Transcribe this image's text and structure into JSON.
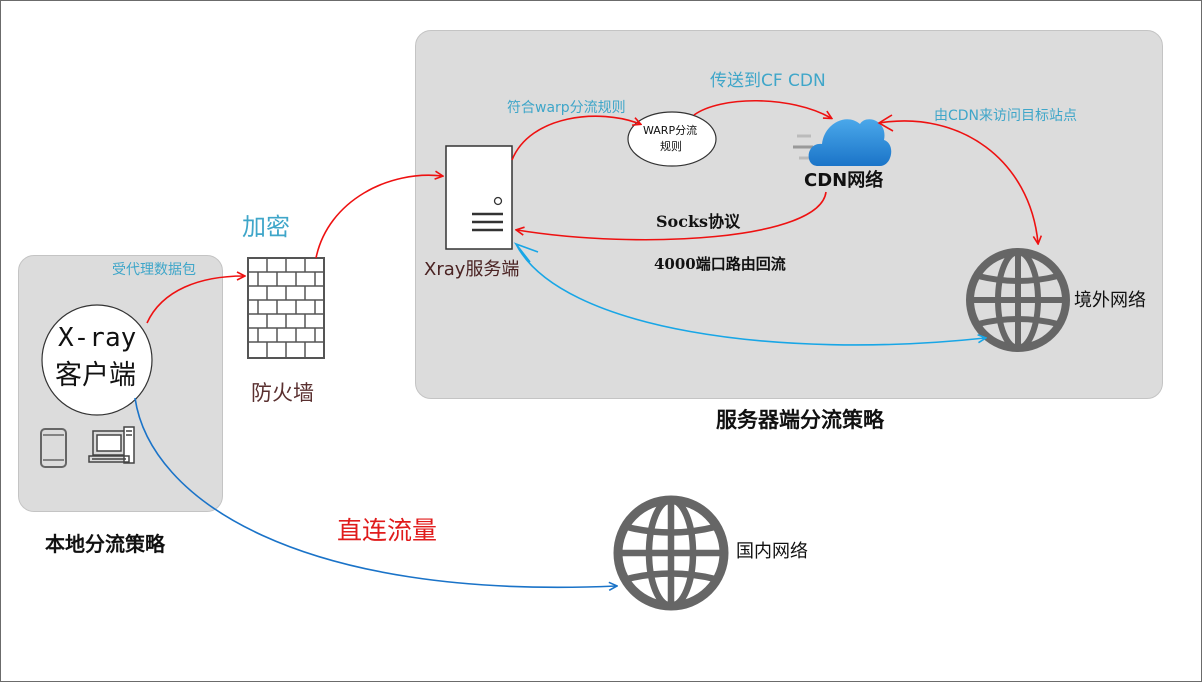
{
  "labels": {
    "client_line1": "X-ray",
    "client_line2": "客户端",
    "local_strategy": "本地分流策略",
    "proxied_packets": "受代理数据包",
    "encrypt": "加密",
    "firewall": "防火墙",
    "xray_server": "Xray服务端",
    "match_warp": "符合warp分流规则",
    "warp_rule_line1": "WARP分流",
    "warp_rule_line2": "规则",
    "to_cf_cdn": "传送到CF CDN",
    "cdn_network": "CDN网络",
    "cdn_visit": "由CDN来访问目标站点",
    "socks": "Socks协议",
    "port_return": "4000端口路由回流",
    "overseas": "境外网络",
    "server_strategy": "服务器端分流策略",
    "direct_traffic": "直连流量",
    "domestic": "国内网络"
  },
  "colors": {
    "red_flow": "#ee1111",
    "cyan_flow": "#18a6e6",
    "blue_flow": "#1a73c8",
    "label_cyan": "#3fa6c9",
    "panel_gray": "#dcdcdc",
    "icon_gray": "#666666",
    "cloud_blue": "#2b88d8"
  },
  "icons": [
    "phone-icon",
    "desktop-computer-icon",
    "brick-firewall-icon",
    "server-tower-icon",
    "cloud-icon",
    "globe-icon"
  ]
}
